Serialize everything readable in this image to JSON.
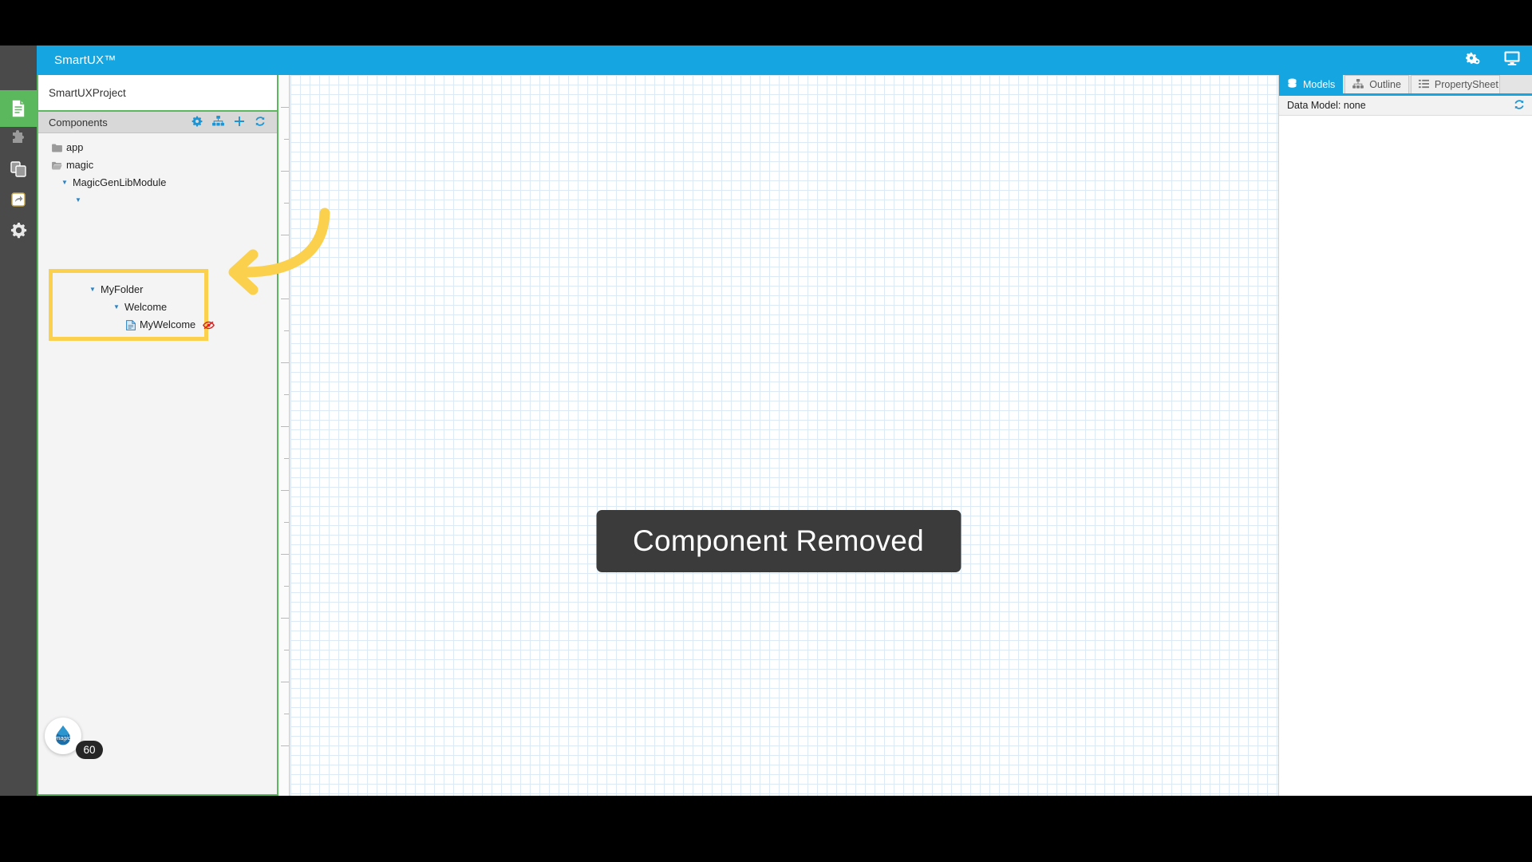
{
  "header": {
    "title": "SmartUX™",
    "actions": [
      {
        "name": "settings-gears-icon",
        "label": "Settings"
      },
      {
        "name": "monitor-icon",
        "label": "Preview"
      }
    ]
  },
  "rail": {
    "items": [
      {
        "icon": "document-icon",
        "label": "Project",
        "active": true
      },
      {
        "icon": "puzzle-piece-icon",
        "label": "Plugins",
        "active": false
      },
      {
        "icon": "layers-copy-icon",
        "label": "Layers",
        "active": false
      },
      {
        "icon": "export-share-icon",
        "label": "Export",
        "active": false
      },
      {
        "icon": "gear-icon",
        "label": "Settings",
        "active": false
      }
    ]
  },
  "left_panel": {
    "project_name": "SmartUXProject",
    "section_title": "Components",
    "tools": [
      {
        "name": "gear-icon",
        "label": "Settings"
      },
      {
        "name": "hierarchy-icon",
        "label": "Hierarchy"
      },
      {
        "name": "plus-icon",
        "label": "Add"
      },
      {
        "name": "refresh-icon",
        "label": "Refresh"
      }
    ],
    "tree": [
      {
        "label": "app",
        "indent": 0,
        "icon": "folder-closed-icon",
        "twisty": ""
      },
      {
        "label": "magic",
        "indent": 0,
        "icon": "folder-open-icon",
        "twisty": ""
      },
      {
        "label": "MagicGenLibModule",
        "indent": 1,
        "icon": "none",
        "twisty": "▼"
      }
    ],
    "tree_obscured": [
      {
        "label": "",
        "indent": 2,
        "icon": "none",
        "twisty": "▼"
      }
    ],
    "tree_highlighted": [
      {
        "label": "MyFolder",
        "indent": 3,
        "icon": "none",
        "twisty": "▼"
      },
      {
        "label": "Welcome",
        "indent": 4,
        "icon": "none",
        "twisty": "▼"
      },
      {
        "label": "MyWelcome",
        "indent": 5,
        "icon": "page-icon",
        "twisty": "",
        "status": "hidden-eye-icon"
      }
    ],
    "magic_badge": {
      "logo_text": "magic",
      "count": "60"
    }
  },
  "canvas": {
    "toast_message": "Component Removed",
    "annotation": {
      "arrow": "curved-arrow-left",
      "highlight": "yellow-box"
    }
  },
  "right_panel": {
    "tabs": [
      {
        "label": "Models",
        "icon": "database-icon",
        "active": true
      },
      {
        "label": "Outline",
        "icon": "hierarchy-icon",
        "active": false
      },
      {
        "label": "PropertySheet",
        "icon": "list-icon",
        "active": false
      }
    ],
    "data_model_label": "Data Model: none",
    "refresh_icon": "refresh-icon"
  },
  "colors": {
    "accent_blue": "#15a5e0",
    "accent_green": "#5cb85c",
    "annotation_yellow": "#fbd04d",
    "toast_bg": "#3b3b3b",
    "rail_bg": "#4a4a4a"
  }
}
